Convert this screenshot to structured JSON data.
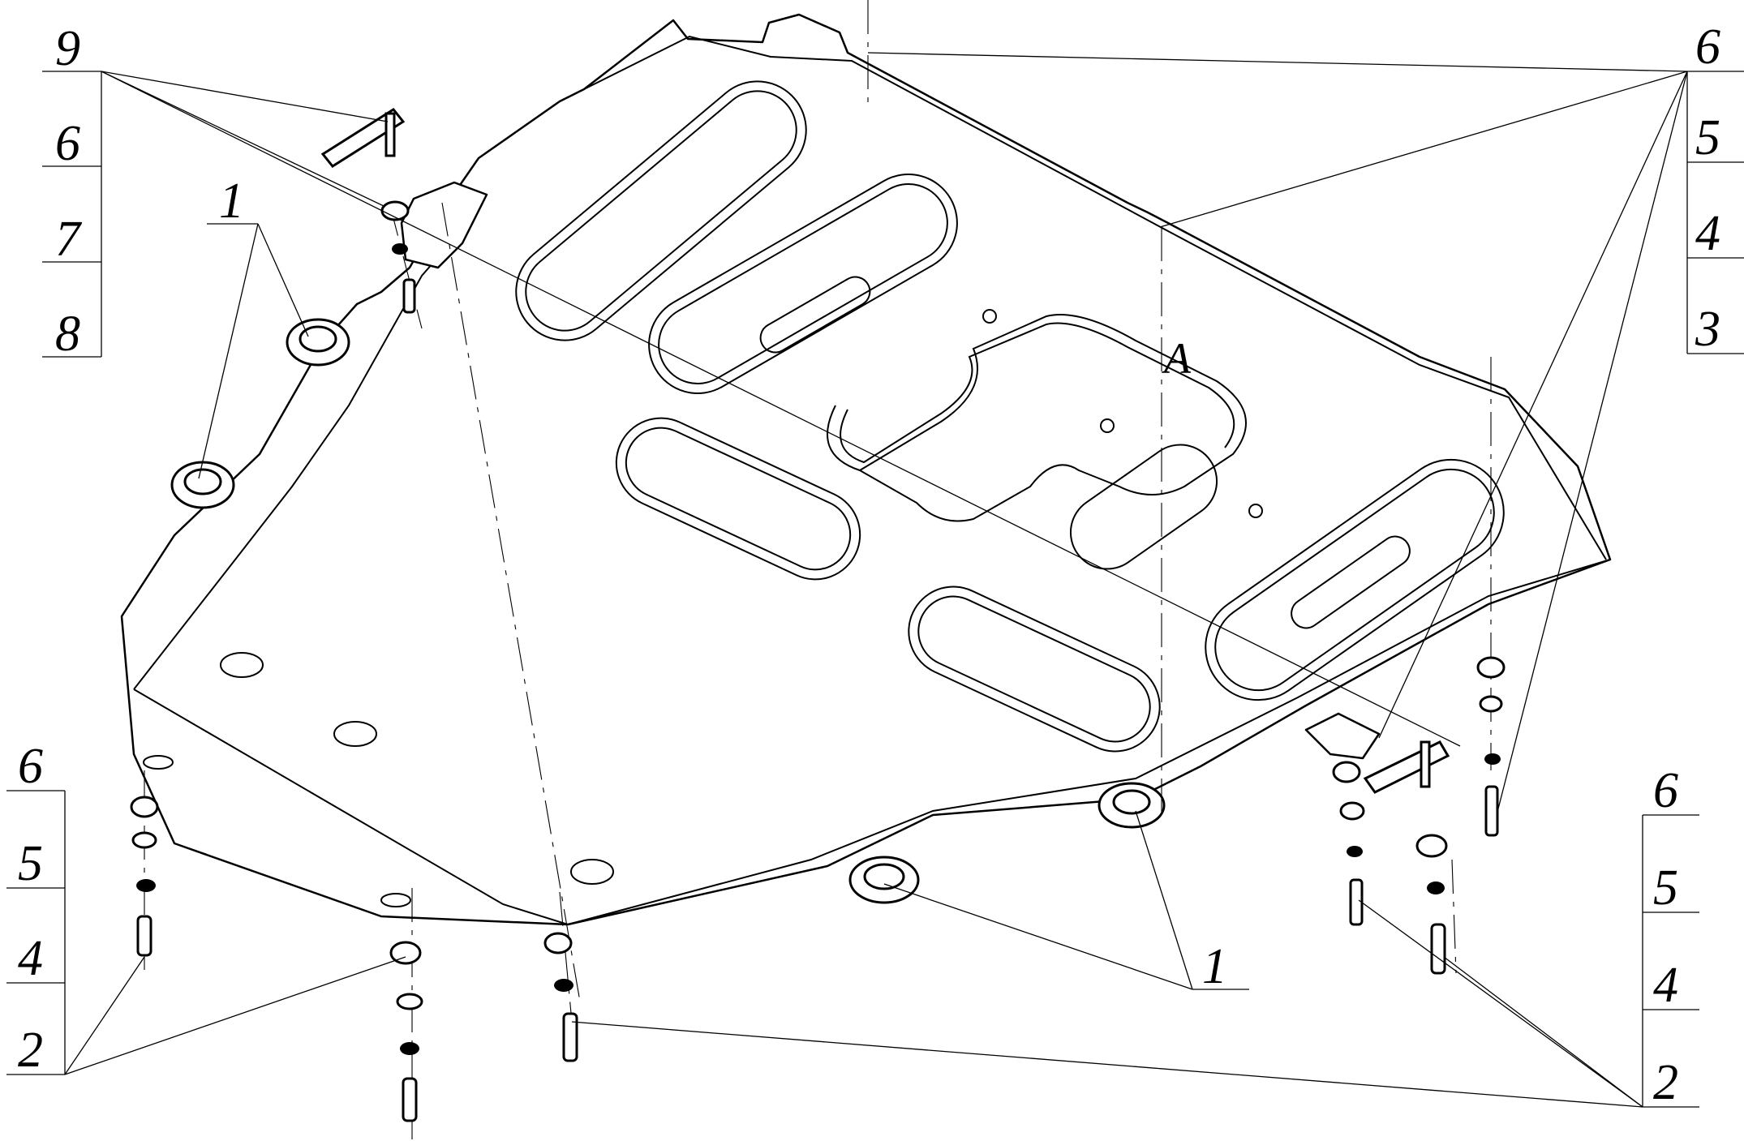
{
  "diagram": {
    "callouts": {
      "top_left": [
        "9",
        "6",
        "7",
        "8"
      ],
      "top_right": [
        "6",
        "5",
        "4",
        "3"
      ],
      "bottom_left": [
        "6",
        "5",
        "4",
        "2"
      ],
      "bottom_right": [
        "6",
        "5",
        "4",
        "2"
      ],
      "part1_upper": "1",
      "part1_lower": "1",
      "view_mark": "A"
    }
  }
}
